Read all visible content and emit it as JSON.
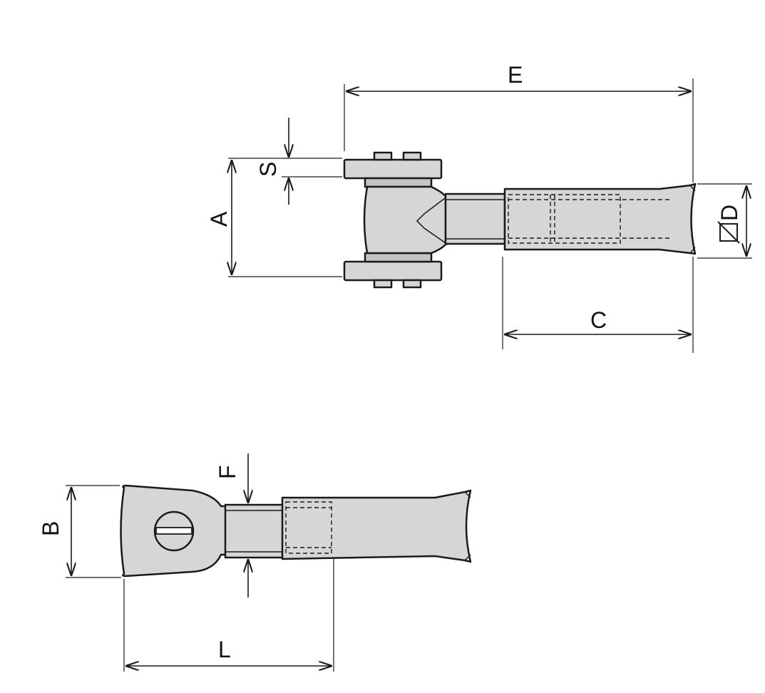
{
  "labels": {
    "A": "A",
    "B": "B",
    "C": "C",
    "D": "D",
    "E": "E",
    "F": "F",
    "L": "L",
    "S": "S"
  },
  "colors": {
    "line": "#1a1a1a",
    "fill": "#d6d6d6",
    "fill_dark": "#c4c4c4",
    "background": "#ffffff"
  }
}
